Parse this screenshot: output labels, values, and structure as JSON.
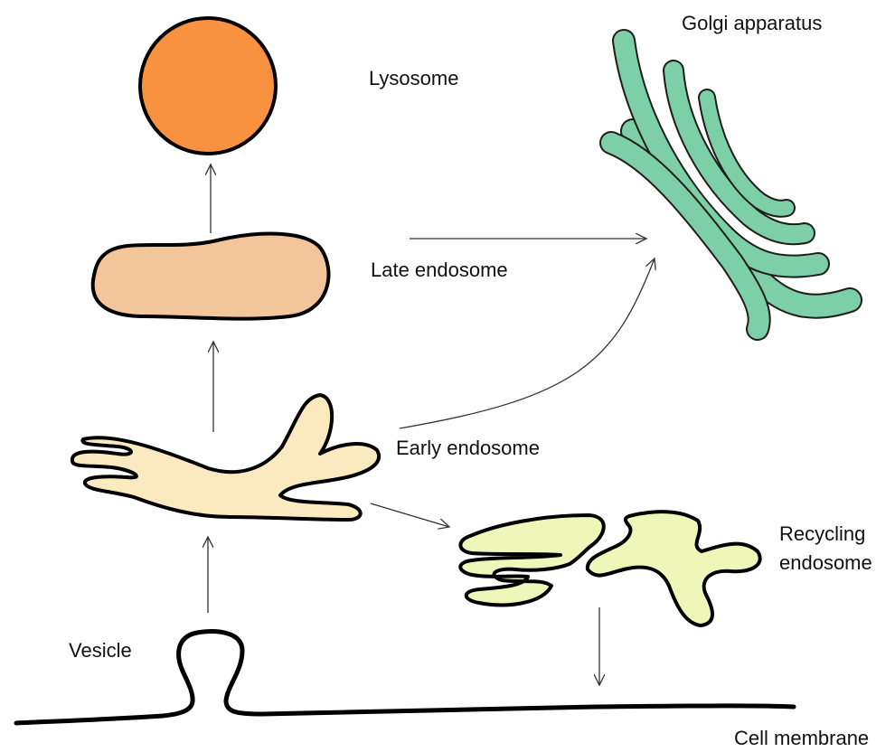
{
  "labels": {
    "lysosome": "Lysosome",
    "late_endosome": "Late endosome",
    "golgi": "Golgi apparatus",
    "early_endosome": "Early endosome",
    "recycling_line1": "Recycling",
    "recycling_line2": "endosome",
    "vesicle": "Vesicle",
    "cell_membrane": "Cell membrane"
  },
  "colors": {
    "lysosome": "#f99240",
    "late_endosome": "#f3c59b",
    "early_endosome": "#fbe9bf",
    "recycling_endosome": "#eef6b9",
    "golgi_fill": "#7ccfa6",
    "golgi_stroke": "#1d1d1d",
    "outline": "#000000",
    "arrow": "#333333"
  }
}
